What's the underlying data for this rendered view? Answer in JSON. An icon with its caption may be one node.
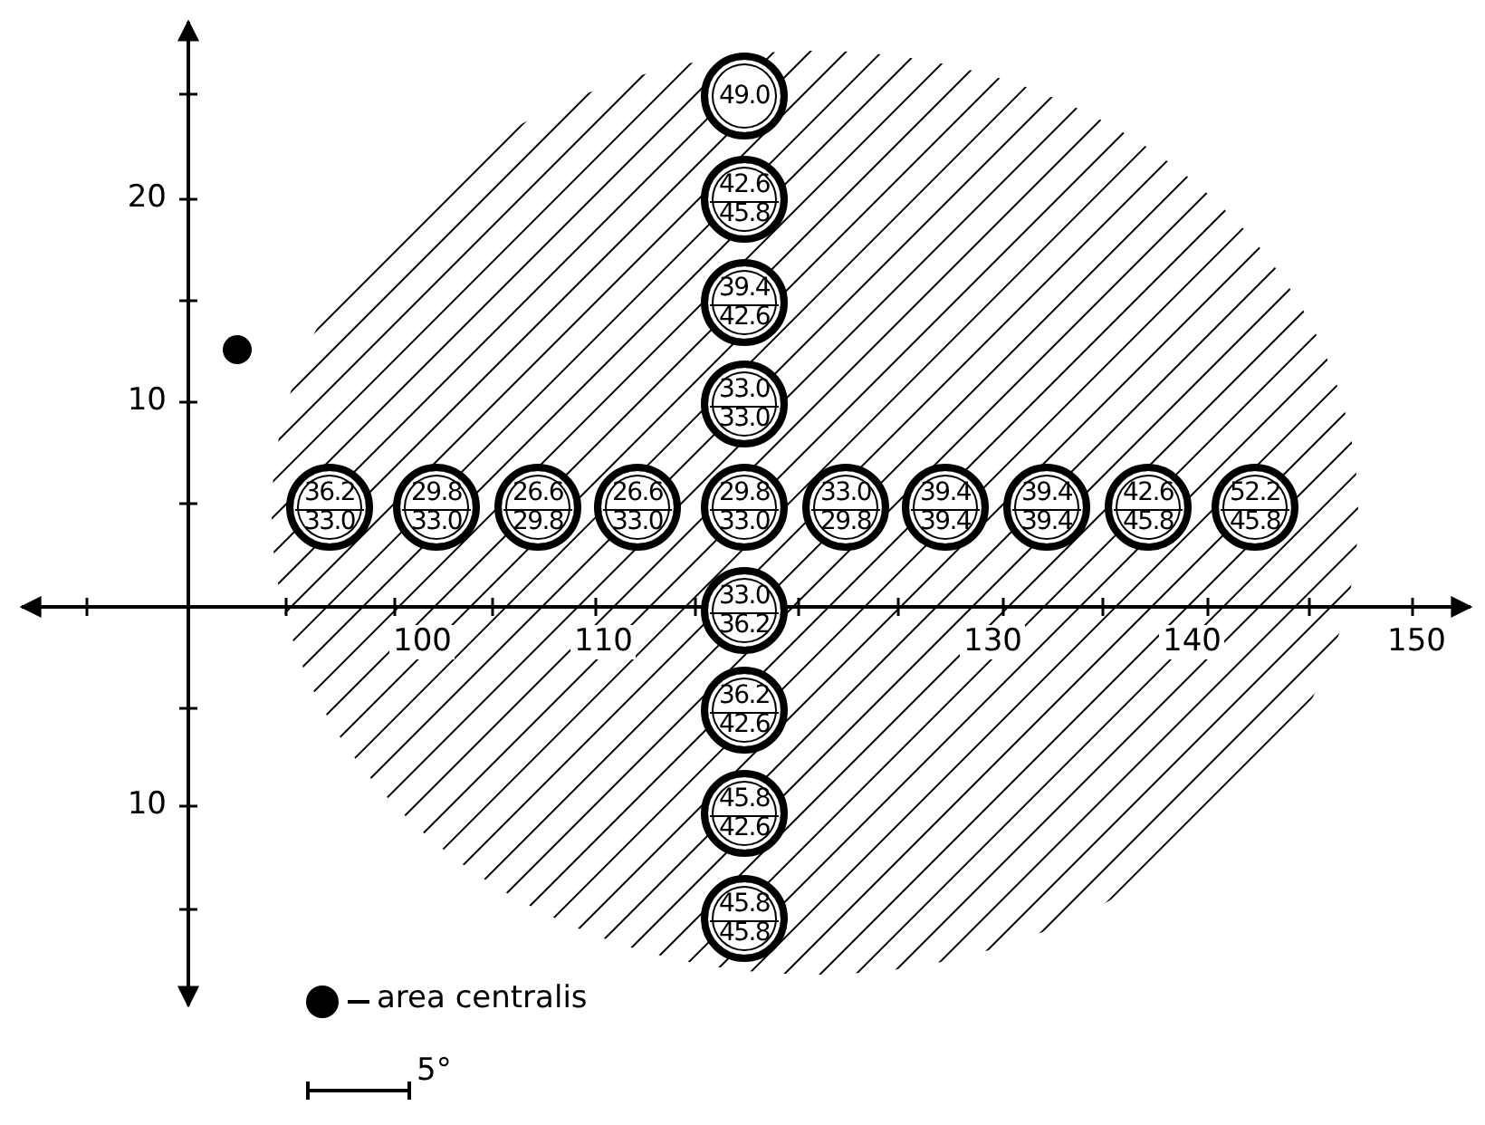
{
  "diagram": {
    "nodes": [
      {
        "text": [
          "49.0"
        ]
      },
      {
        "text": [
          "42.6",
          "45.8"
        ]
      },
      {
        "text": [
          "39.4",
          "42.6"
        ]
      },
      {
        "text": [
          "33.0",
          "33.0"
        ]
      },
      {
        "text": [
          "36.2",
          "33.0"
        ]
      },
      {
        "text": [
          "29.8",
          "33.0"
        ]
      },
      {
        "text": [
          "26.6",
          "29.8"
        ]
      },
      {
        "text": [
          "26.6",
          "33.0"
        ]
      },
      {
        "text": [
          "29.8",
          "33.0"
        ]
      },
      {
        "text": [
          "33.0",
          "29.8"
        ]
      },
      {
        "text": [
          "39.4",
          "39.4"
        ]
      },
      {
        "text": [
          "39.4",
          "39.4"
        ]
      },
      {
        "text": [
          "42.6",
          "45.8"
        ]
      },
      {
        "text": [
          "52.2",
          "45.8"
        ]
      },
      {
        "text": [
          "33.0",
          "36.2"
        ]
      },
      {
        "text": [
          "36.2",
          "42.6"
        ]
      },
      {
        "text": [
          "45.8",
          "42.6"
        ]
      },
      {
        "text": [
          "45.8",
          "45.8"
        ]
      }
    ],
    "labels": [
      "20",
      "10",
      "100",
      "110",
      "130",
      "140",
      "150",
      "10"
    ],
    "legend": [
      {
        "text": "area centralis"
      },
      {
        "text": "5°"
      }
    ]
  }
}
